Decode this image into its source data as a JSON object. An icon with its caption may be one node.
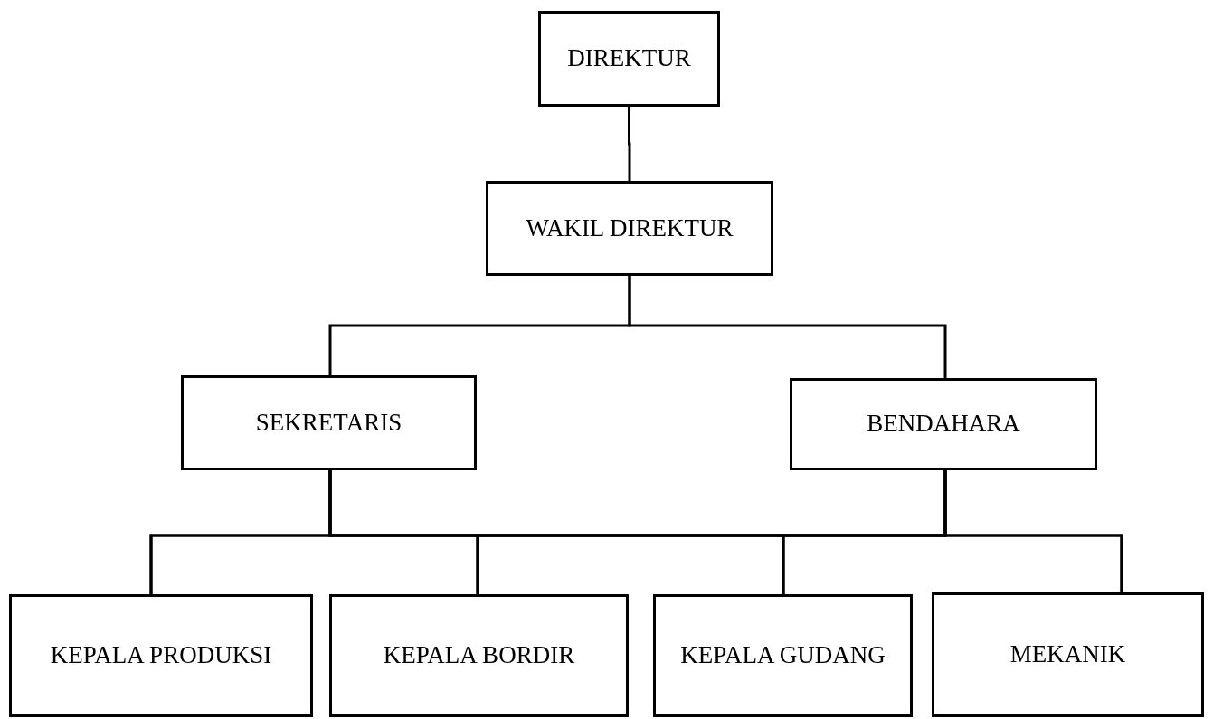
{
  "diagram": {
    "nodes": [
      {
        "text": [
          "DIREKTUR"
        ]
      },
      {
        "text": [
          "WAKIL DIREKTUR"
        ]
      },
      {
        "text": [
          "SEKRETARIS"
        ]
      },
      {
        "text": [
          "BENDAHARA"
        ]
      },
      {
        "text": [
          "KEPALA PRODUKSI"
        ]
      },
      {
        "text": [
          "KEPALA BORDIR"
        ]
      },
      {
        "text": [
          "KEPALA GUDANG"
        ]
      },
      {
        "text": [
          "MEKANIK"
        ]
      }
    ],
    "edges": [
      {
        "from": 0,
        "to": 1,
        "arrow": "none"
      },
      {
        "from": 1,
        "to": 2,
        "arrow": "none"
      },
      {
        "from": 1,
        "to": 3,
        "arrow": "none"
      },
      {
        "from": 2,
        "to": 4,
        "arrow": "none"
      },
      {
        "from": 2,
        "to": 5,
        "arrow": "none"
      },
      {
        "from": 2,
        "to": 6,
        "arrow": "none"
      },
      {
        "from": 2,
        "to": 7,
        "arrow": "none"
      },
      {
        "from": 3,
        "to": 4,
        "arrow": "none"
      },
      {
        "from": 3,
        "to": 5,
        "arrow": "none"
      },
      {
        "from": 3,
        "to": 6,
        "arrow": "none"
      },
      {
        "from": 3,
        "to": 7,
        "arrow": "none"
      }
    ]
  }
}
